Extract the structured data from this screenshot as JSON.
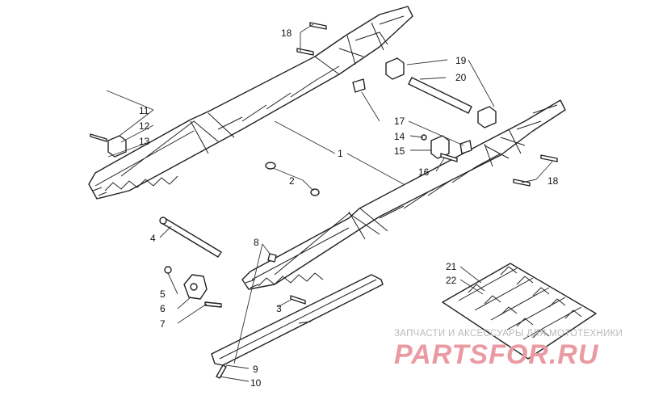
{
  "diagram": {
    "callouts": [
      {
        "id": "1",
        "label": "1"
      },
      {
        "id": "2",
        "label": "2"
      },
      {
        "id": "3",
        "label": "3"
      },
      {
        "id": "4",
        "label": "4"
      },
      {
        "id": "5",
        "label": "5"
      },
      {
        "id": "6",
        "label": "6"
      },
      {
        "id": "7",
        "label": "7"
      },
      {
        "id": "8",
        "label": "8"
      },
      {
        "id": "9",
        "label": "9"
      },
      {
        "id": "10",
        "label": "10"
      },
      {
        "id": "11",
        "label": "11"
      },
      {
        "id": "12",
        "label": "12"
      },
      {
        "id": "13",
        "label": "13"
      },
      {
        "id": "14",
        "label": "14"
      },
      {
        "id": "15",
        "label": "15"
      },
      {
        "id": "16",
        "label": "16"
      },
      {
        "id": "17",
        "label": "17"
      },
      {
        "id": "18a",
        "label": "18"
      },
      {
        "id": "18b",
        "label": "18"
      },
      {
        "id": "19",
        "label": "19"
      },
      {
        "id": "20",
        "label": "20"
      },
      {
        "id": "21",
        "label": "21"
      },
      {
        "id": "22",
        "label": "22"
      }
    ]
  },
  "watermark": {
    "subtitle": "ЗАПЧАСТИ И АКСЕССУАРЫ ДЛЯ МОТОТЕХНИКИ",
    "brand": "PARTSFOR.RU",
    "color": "#ea9aa2"
  }
}
